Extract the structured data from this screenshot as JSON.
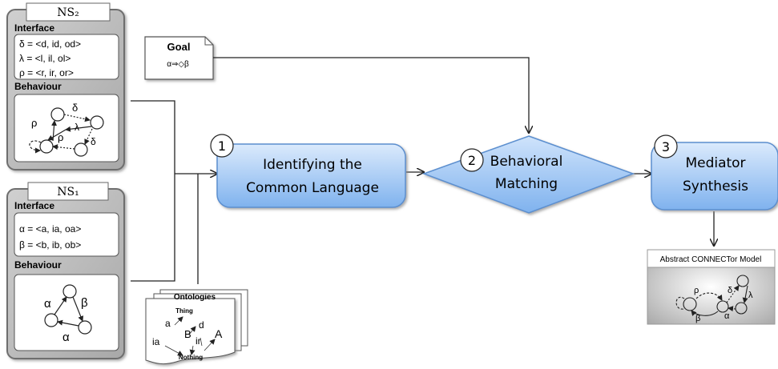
{
  "ns2": {
    "tab": "NS₂",
    "interface_label": "Interface",
    "interface_lines": [
      "δ = <d, id, od>",
      "λ = <l, il, ol>",
      "ρ = <r, ir, or>"
    ],
    "behaviour_label": "Behaviour",
    "graph_labels": [
      "δ",
      "ρ",
      "λ",
      "ρ",
      "δ"
    ]
  },
  "ns1": {
    "tab": "NS₁",
    "interface_label": "Interface",
    "interface_lines": [
      "α = <a, ia, oa>",
      "β = <b, ib, ob>"
    ],
    "behaviour_label": "Behaviour",
    "graph_labels": [
      "α",
      "β",
      "α"
    ]
  },
  "goal": {
    "title": "Goal",
    "formula": "α⇒◇β"
  },
  "ontologies": {
    "title": "Ontologies",
    "top": "Thing",
    "bottom": "Nothing",
    "concepts": [
      "a",
      "d",
      "B",
      "ir",
      "A",
      "ia"
    ]
  },
  "steps": [
    {
      "number": "1",
      "line1": "Identifying the",
      "line2": "Common Language"
    },
    {
      "number": "2",
      "line1": "Behavioral",
      "line2": "Matching"
    },
    {
      "number": "3",
      "line1": "Mediator",
      "line2": "Synthesis"
    }
  ],
  "connector": {
    "title": "Abstract CONNECTor Model",
    "graph_labels": [
      "ρ",
      "δ",
      "λ",
      "α",
      "β"
    ]
  },
  "colors": {
    "step_fill_top": "#dbeafc",
    "step_fill_bottom": "#7fb2ee",
    "step_stroke": "#5b8fcf",
    "ns_panel": "#b9b9b9"
  }
}
